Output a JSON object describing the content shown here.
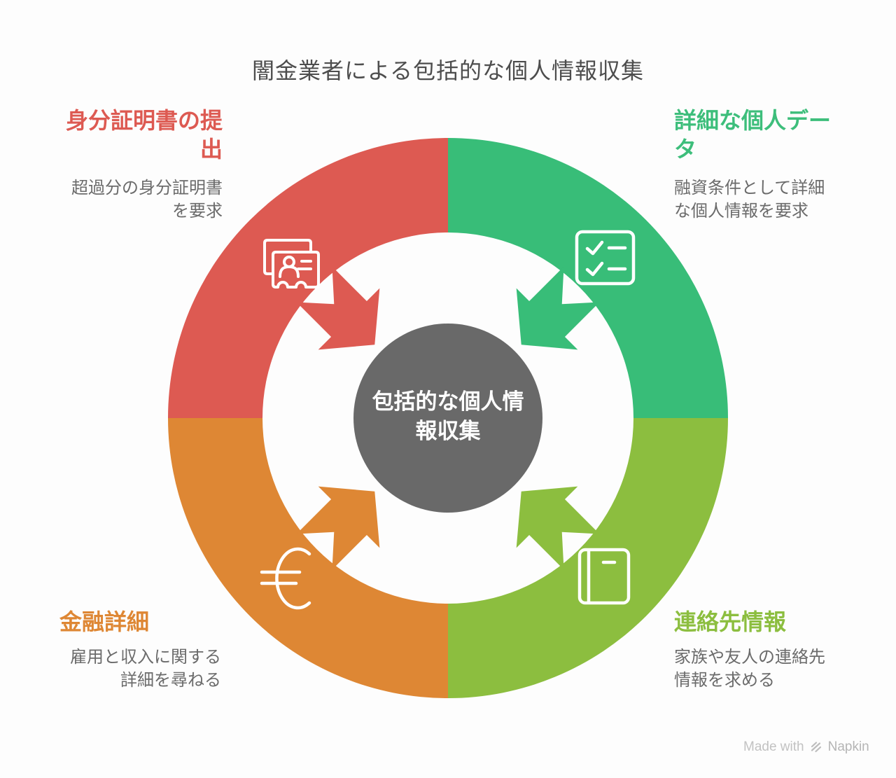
{
  "title": "闇金業者による包括的な個人情報収集",
  "center": {
    "label": "包括的な個人情\n報収集"
  },
  "sections": {
    "top_left": {
      "heading": "身分証明書の提\n出",
      "body": "超過分の身分証明書\nを要求",
      "icon": "id-card-icon"
    },
    "top_right": {
      "heading": "詳細な個人デー\nタ",
      "body": "融資条件として詳細\nな個人情報を要求",
      "icon": "checklist-icon"
    },
    "bottom_right": {
      "heading": "連絡先情報",
      "body": "家族や友人の連絡先\n情報を求める",
      "icon": "address-book-icon"
    },
    "bottom_left": {
      "heading": "金融詳細",
      "body": "雇用と収入に関する\n詳細を尋ねる",
      "icon": "euro-icon"
    }
  },
  "palette": {
    "red": "#DD5A52",
    "green": "#38BD78",
    "lime": "#8CBE3F",
    "orange": "#DE8734",
    "center_gray": "#696969",
    "title_text": "#4D4D4D",
    "body_text": "#6B6B6B",
    "icon_white": "#FFFFFF",
    "watermark_gray": "#BDBDBD",
    "background": "#FDFDFD"
  },
  "watermark": {
    "text": "Made with",
    "brand": "Napkin"
  }
}
